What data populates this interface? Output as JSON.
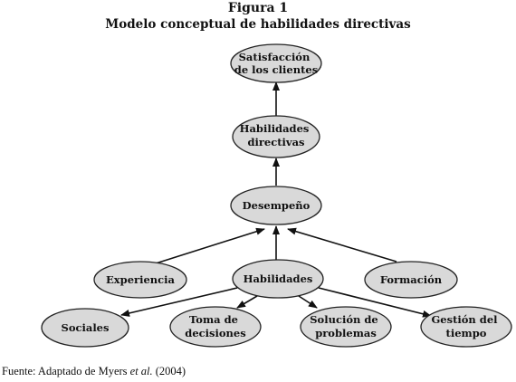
{
  "figure": {
    "label": "Figura 1",
    "caption": "Modelo conceptual de habilidades directivas"
  },
  "nodes": {
    "satisfaccion": [
      "Satisfacción",
      "de los clientes"
    ],
    "habilidades_directivas": [
      "Habilidades",
      "directivas"
    ],
    "desempeno": [
      "Desempeño"
    ],
    "experiencia": [
      "Experiencia"
    ],
    "habilidades": [
      "Habilidades"
    ],
    "formacion": [
      "Formación"
    ],
    "sociales": [
      "Sociales"
    ],
    "toma_decisiones": [
      "Toma de",
      "decisiones"
    ],
    "solucion_problemas": [
      "Solución de",
      "problemas"
    ],
    "gestion_tiempo": [
      "Gestión del",
      "tiempo"
    ]
  },
  "source": {
    "prefix": "Fuente: Adaptado de Myers ",
    "italic": "et al.",
    "suffix": " (2004)"
  },
  "colors": {
    "node_fill": "#d9d9d9",
    "node_stroke": "#222222",
    "arrow": "#111111"
  }
}
